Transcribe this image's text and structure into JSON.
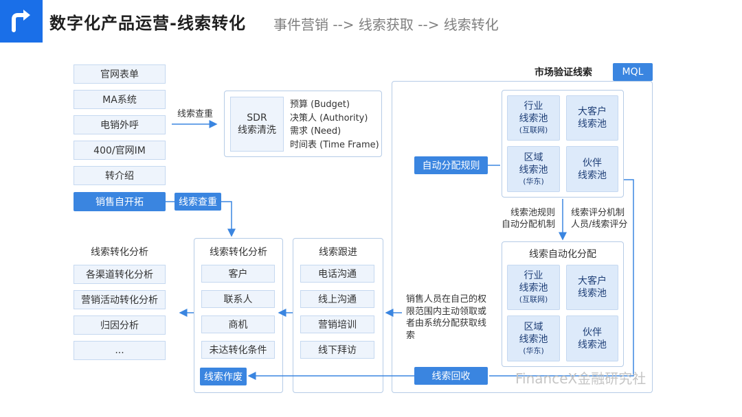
{
  "header": {
    "title": "数字化产品运营-线索转化",
    "subtitle": "事件营销 --> 线索获取 --> 线索转化"
  },
  "sources": [
    "官网表单",
    "MA系统",
    "电销外呼",
    "400/官网IM",
    "转介绍",
    "销售自开拓"
  ],
  "lead_query_label": "线索查重",
  "lead_query_button": "线索查重",
  "sdr": {
    "title_line1": "SDR",
    "title_line2": "线索清洗",
    "bant": [
      "预算 (Budget)",
      "决策人 (Authority)",
      "需求 (Need)",
      "时间表 (Time Frame)"
    ]
  },
  "market": {
    "label": "市场验证线索",
    "badge": "MQL",
    "auto_rule": "自动分配规则",
    "pool_top": [
      {
        "l1": "行业",
        "l2": "线索池",
        "l3": "(互联网)"
      },
      {
        "l1": "大客户",
        "l2": "线索池",
        "l3": ""
      },
      {
        "l1": "区域",
        "l2": "线索池",
        "l3": "(华东)"
      },
      {
        "l1": "伙伴",
        "l2": "线索池",
        "l3": ""
      }
    ],
    "rule_left_1": "线索池规则",
    "rule_left_2": "自动分配机制",
    "rule_right_1": "线索评分机制",
    "rule_right_2": "人员/线索评分",
    "auto_assign_title": "线索自动化分配",
    "pool_bottom": [
      {
        "l1": "行业",
        "l2": "线索池",
        "l3": "(互联网)"
      },
      {
        "l1": "大客户",
        "l2": "线索池",
        "l3": ""
      },
      {
        "l1": "区域",
        "l2": "线索池",
        "l3": "(华东)"
      },
      {
        "l1": "伙伴",
        "l2": "线索池",
        "l3": ""
      }
    ]
  },
  "sales_note": "销售人员在自己的权限范围内主动领取或者由系统分配获取线索",
  "recycle": "线索回收",
  "followup": {
    "title": "线索跟进",
    "items": [
      "电话沟通",
      "线上沟通",
      "营销培训",
      "线下拜访"
    ]
  },
  "conversion": {
    "title": "线索转化分析",
    "items": [
      "客户",
      "联系人",
      "商机",
      "未达转化条件"
    ],
    "discard": "线索作废"
  },
  "analysis": {
    "title": "线索转化分析",
    "items": [
      "各渠道转化分析",
      "营销活动转化分析",
      "归因分析",
      "..."
    ]
  },
  "watermark": "FinanceX金融研究社",
  "colors": {
    "accent": "#1a6fe8",
    "box_blue": "#3a85e0",
    "light": "#eef4fc"
  }
}
